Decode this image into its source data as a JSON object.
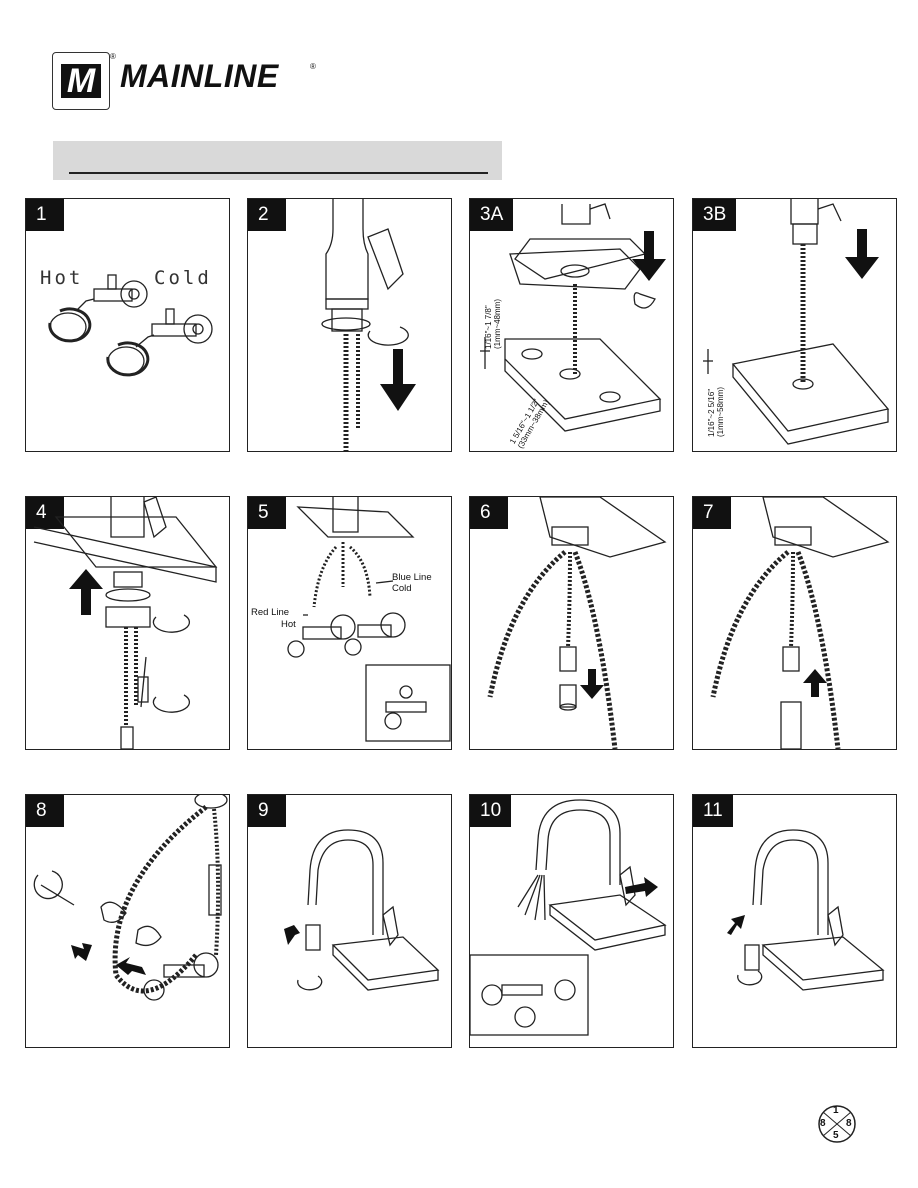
{
  "brand": {
    "logo_mark": "M",
    "name": "MAINLINE",
    "registered": "®"
  },
  "panels": {
    "p1": {
      "num": "1",
      "hot": "Hot",
      "cold": "Cold"
    },
    "p2": {
      "num": "2"
    },
    "p3a": {
      "num": "3A",
      "dim_thickness": "1/16\"~1 7/8\"",
      "dim_thickness_mm": "(1mm~48mm)",
      "dim_hole": "1 5/16\"~1 1/2\"",
      "dim_hole_mm": "(33mm~38mm)"
    },
    "p3b": {
      "num": "3B",
      "dim_thickness": "1/16\"~2 5/16\"",
      "dim_thickness_mm": "(1mm~58mm)"
    },
    "p4": {
      "num": "4"
    },
    "p5": {
      "num": "5",
      "blue_line": "Blue Line",
      "cold": "Cold",
      "red_line": "Red Line",
      "hot": "Hot"
    },
    "p6": {
      "num": "6"
    },
    "p7": {
      "num": "7"
    },
    "p8": {
      "num": "8"
    },
    "p9": {
      "num": "9"
    },
    "p10": {
      "num": "10"
    },
    "p11": {
      "num": "11"
    }
  },
  "badge": {
    "top": "1",
    "left": "8",
    "right": "8",
    "bottom": "5"
  }
}
